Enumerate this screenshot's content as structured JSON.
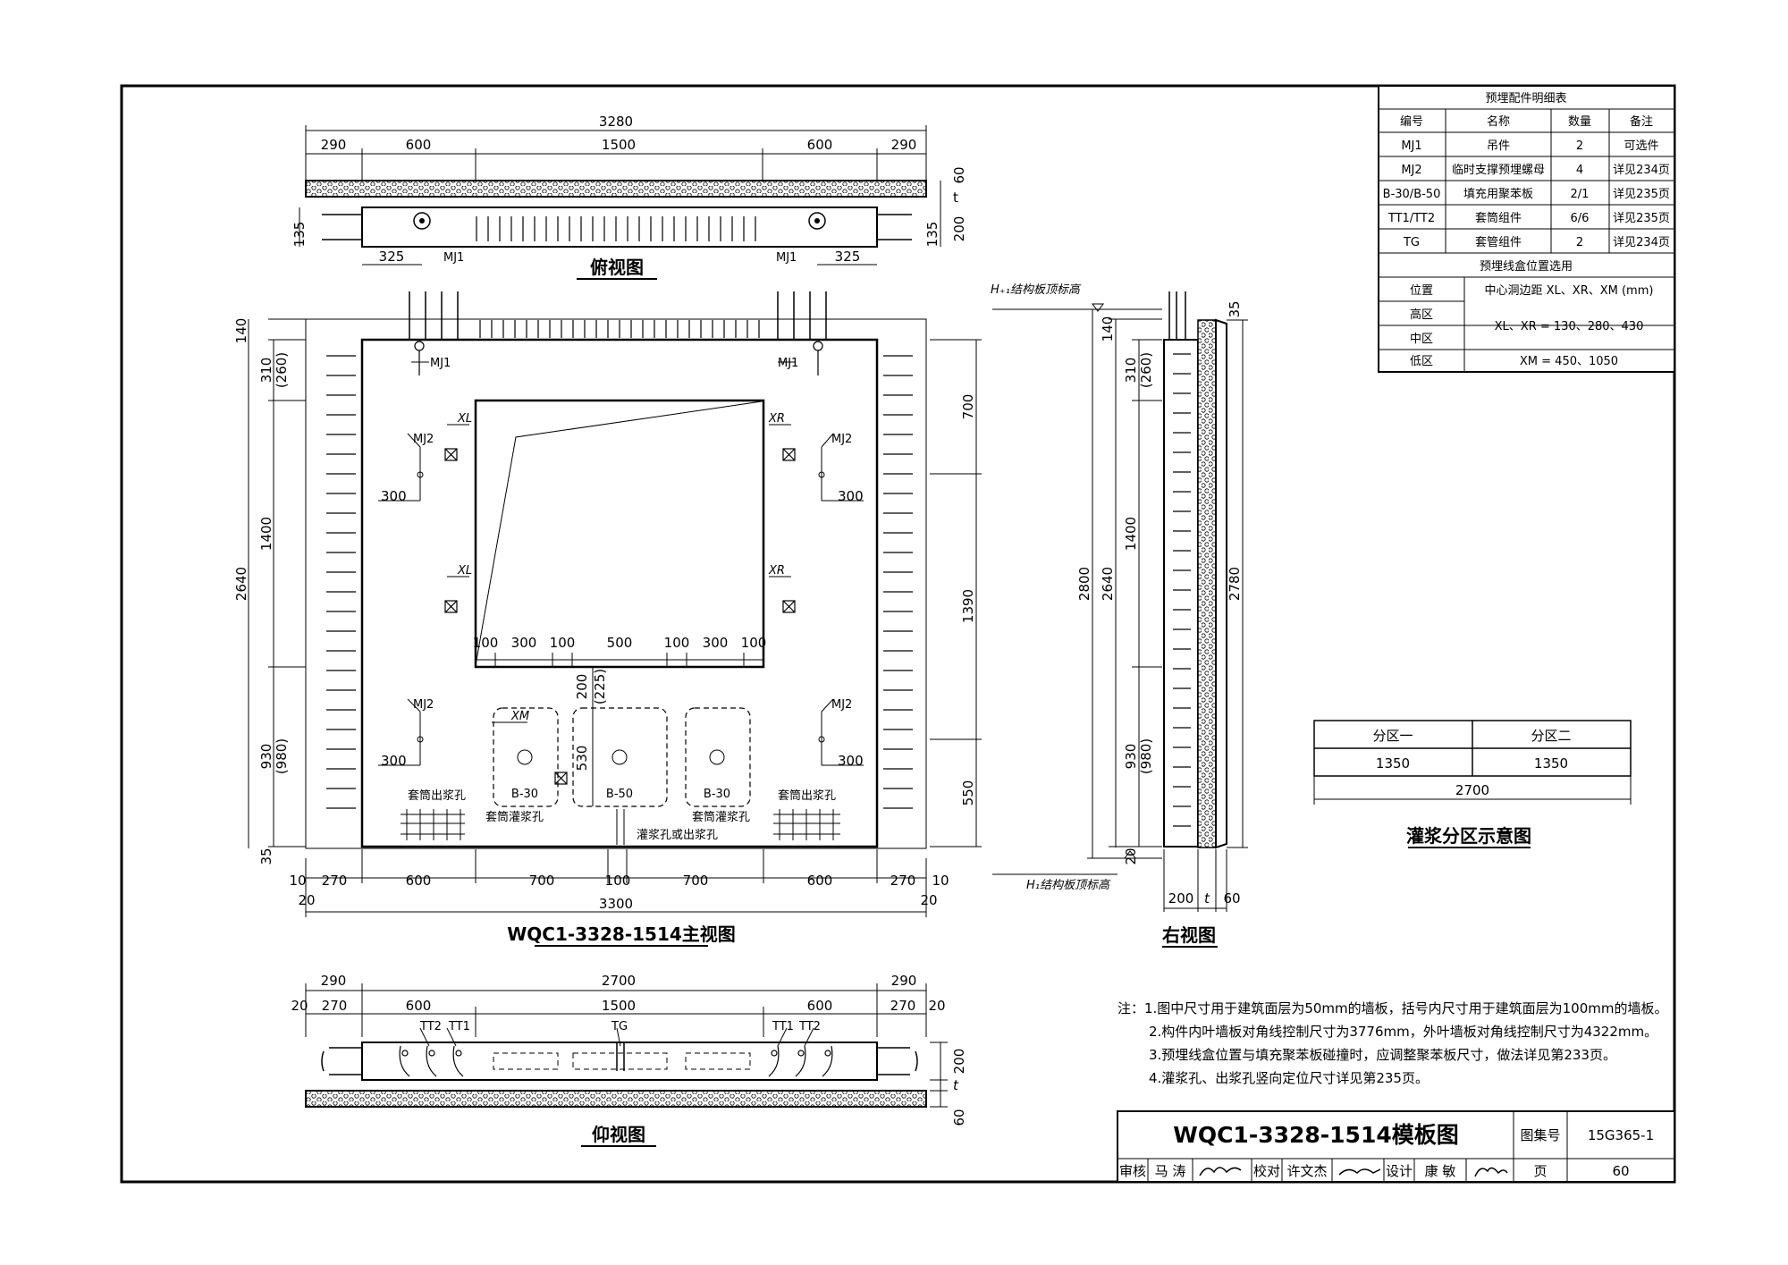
{
  "top_view": {
    "title": "俯视图",
    "total": "3280",
    "segs": [
      "290",
      "600",
      "1500",
      "600",
      "290"
    ],
    "side": [
      "60",
      "t",
      "200",
      "135",
      "135"
    ],
    "lower": [
      "325",
      "325"
    ],
    "tags": [
      "MJ1",
      "MJ1"
    ]
  },
  "front_view": {
    "title": "WQC1-3328-1514主视图",
    "bottom_row1": [
      "10",
      "270",
      "600",
      "700",
      "100",
      "700",
      "600",
      "270",
      "10"
    ],
    "bottom_row2": [
      "20",
      "3300",
      "20"
    ],
    "left_dims": [
      "140",
      "310",
      "(260)",
      "1400",
      "930",
      "(980)",
      "35",
      "2640"
    ],
    "right_dims": [
      "700",
      "1390",
      "550"
    ],
    "opening_dims": [
      "100",
      "300",
      "100",
      "500",
      "100",
      "300",
      "100"
    ],
    "mid_dims": [
      "200",
      "(225)",
      "530"
    ],
    "tags": [
      "MJ1",
      "MJ1",
      "MJ2",
      "MJ2",
      "MJ2",
      "MJ2",
      "300",
      "300",
      "300",
      "300",
      "XL",
      "XR",
      "XL",
      "XR",
      "XM"
    ],
    "boards": [
      "B-30",
      "B-50",
      "B-30"
    ],
    "labels": [
      "套筒出浆孔",
      "套筒出浆孔",
      "套筒灌浆孔",
      "套筒灌浆孔",
      "灌浆孔或出浆孔"
    ]
  },
  "right_view": {
    "title": "右视图",
    "top_level": "H₊₁结构板顶标高",
    "bottom_level": "H₁结构板顶标高",
    "left_dims": [
      "2800",
      "140",
      "310",
      "(260)",
      "1400",
      "2640",
      "930",
      "(980)",
      "20"
    ],
    "right_dims": [
      "35",
      "2780"
    ],
    "bottom_dims": [
      "200",
      "t",
      "60"
    ]
  },
  "bottom_view": {
    "title": "仰视图",
    "top_row": [
      "290",
      "2700",
      "290"
    ],
    "row2": [
      "20",
      "270",
      "600",
      "1500",
      "600",
      "270",
      "20"
    ],
    "tags": [
      "TT2",
      "TT1",
      "TG",
      "TT1",
      "TT2"
    ],
    "side": [
      "200",
      "t",
      "60"
    ]
  },
  "grout_zone": {
    "title": "灌浆分区示意图",
    "headers": [
      "分区一",
      "分区二"
    ],
    "values": [
      "1350",
      "1350"
    ],
    "total": "2700"
  },
  "parts_table": {
    "title": "预埋配件明细表",
    "headers": [
      "编号",
      "名称",
      "数量",
      "备注"
    ],
    "rows": [
      [
        "MJ1",
        "吊件",
        "2",
        "可选件"
      ],
      [
        "MJ2",
        "临时支撑预埋螺母",
        "4",
        "详见234页"
      ],
      [
        "B-30/B-50",
        "填充用聚苯板",
        "2/1",
        "详见235页"
      ],
      [
        "TT1/TT2",
        "套筒组件",
        "6/6",
        "详见235页"
      ],
      [
        "TG",
        "套管组件",
        "2",
        "详见234页"
      ]
    ],
    "box_title": "预埋线盒位置选用",
    "box_headers": [
      "位置",
      "中心洞边距 XL、XR、XM (mm)"
    ],
    "box_rows": [
      "高区",
      "中区",
      "低区"
    ],
    "box_vals": [
      "XL、XR = 130、280、430",
      "XM = 450、1050"
    ]
  },
  "notes": [
    "注：1.图中尺寸用于建筑面层为50mm的墙板，括号内尺寸用于建筑面层为100mm的墙板。",
    "2.构件内叶墙板对角线控制尺寸为3776mm，外叶墙板对角线控制尺寸为4322mm。",
    "3.预埋线盒位置与填充聚苯板碰撞时，应调整聚苯板尺寸，做法详见第233页。",
    "4.灌浆孔、出浆孔竖向定位尺寸详见第235页。"
  ],
  "title_block": {
    "drawing_title": "WQC1-3328-1514模板图",
    "atlas_label": "图集号",
    "atlas_no": "15G365-1",
    "page_label": "页",
    "page_no": "60",
    "sign_row": [
      "审核",
      "马 涛",
      "校对",
      "许文杰",
      "设计",
      "康 敏"
    ]
  }
}
